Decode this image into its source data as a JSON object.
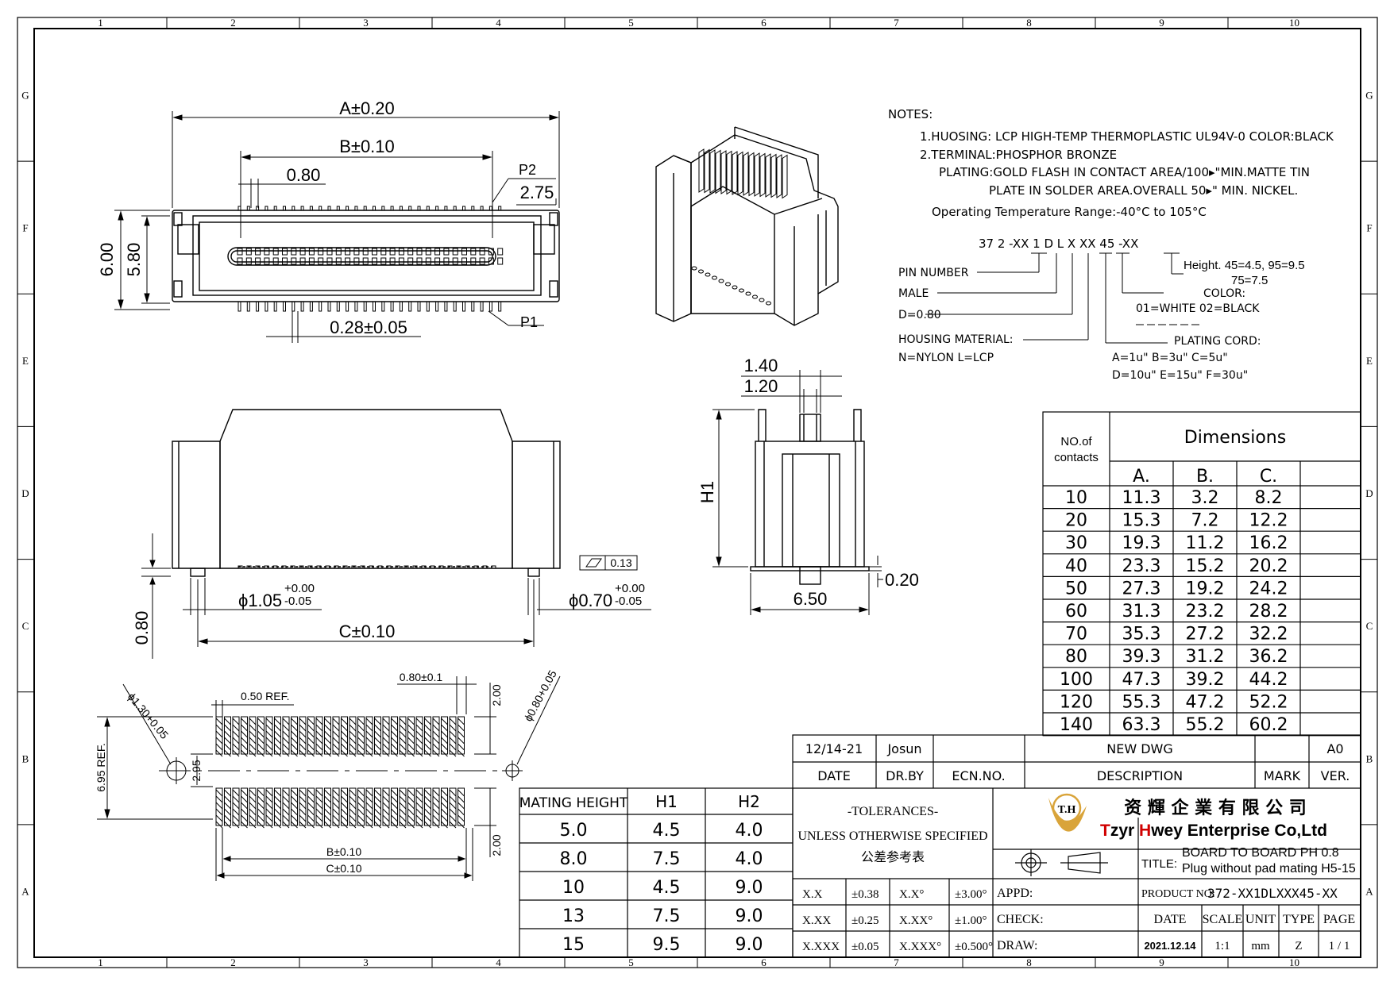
{
  "frame": {
    "cols": [
      "1",
      "2",
      "3",
      "4",
      "5",
      "6",
      "7",
      "8",
      "9",
      "10"
    ],
    "rows": [
      "G",
      "F",
      "E",
      "D",
      "C",
      "B",
      "A"
    ]
  },
  "top_view": {
    "dim_a": "A±0.20",
    "dim_b": "B±0.10",
    "pitch": "0.80",
    "p2": "P2",
    "p2_offset": "2.75",
    "height_outer": "6.00",
    "height_inner": "5.80",
    "pin_width": "0.28±0.05",
    "p1": "P1"
  },
  "front_view": {
    "flatness": "0.13",
    "post_left_main": "ϕ1.05",
    "post_left_tol_upper": "+0.00",
    "post_left_tol_lower": "-0.05",
    "post_right_main": "ϕ0.70",
    "post_right_tol_upper": "+0.00",
    "post_right_tol_lower": "-0.05",
    "standoff": "0.80",
    "dim_c": "C±0.10"
  },
  "side_view": {
    "w1": "1.40",
    "w2": "1.20",
    "h1": "H1",
    "depth": "6.50",
    "foot": "0.20"
  },
  "pcb_layout": {
    "hole_left": "ϕ1.30+0.05",
    "pad_ref": "0.50 REF.",
    "pad_width": "0.80±0.1",
    "pad_len": "2.00",
    "hole_right": "ϕ0.80+0.05",
    "height_ref": "6.95 REF.",
    "row_gap": "2.95",
    "pad_len_bottom": "2.00",
    "dim_b": "B±0.10",
    "dim_c": "C±0.10"
  },
  "notes": {
    "heading": "NOTES:",
    "line1": "1.HUOSING: LCP HIGH-TEMP THERMOPLASTIC UL94V-0  COLOR:BLACK",
    "line2": "2.TERMINAL:PHOSPHOR BRONZE",
    "line3": "PLATING:GOLD FLASH IN CONTACT AREA/100▸\"MIN.MATTE TIN",
    "line4": "PLATE IN SOLDER AREA.OVERALL 50▸\" MIN. NICKEL.",
    "line5": "Operating Temperature Range:-40°C to 105°C"
  },
  "part_code": {
    "code": "37 2 -XX 1 D L X XX 45 -XX",
    "pin_number": "PIN NUMBER",
    "male": "MALE",
    "pitch": "D=0.80",
    "housing": "HOUSING MATERIAL:",
    "housing_opts": "N=NYLON     L=LCP",
    "height": "Height. 45=4.5, 95=9.5",
    "height2": "75=7.5",
    "color": "COLOR:",
    "color_opts": "01=WHITE  02=BLACK",
    "plating": "PLATING CORD:",
    "plating1": "A=1u\"  B=3u\"  C=5u\"",
    "plating2": "D=10u\" E=15u\" F=30u\""
  },
  "dim_table": {
    "col0": "NO.of contacts",
    "col0a": "NO.of",
    "col0b": "contacts",
    "group": "Dimensions",
    "cols": [
      "A.",
      "B.",
      "C."
    ],
    "rows": [
      [
        "10",
        "11.3",
        "3.2",
        "8.2"
      ],
      [
        "20",
        "15.3",
        "7.2",
        "12.2"
      ],
      [
        "30",
        "19.3",
        "11.2",
        "16.2"
      ],
      [
        "40",
        "23.3",
        "15.2",
        "20.2"
      ],
      [
        "50",
        "27.3",
        "19.2",
        "24.2"
      ],
      [
        "60",
        "31.3",
        "23.2",
        "28.2"
      ],
      [
        "70",
        "35.3",
        "27.2",
        "32.2"
      ],
      [
        "80",
        "39.3",
        "31.2",
        "36.2"
      ],
      [
        "100",
        "47.3",
        "39.2",
        "44.2"
      ],
      [
        "120",
        "55.3",
        "47.2",
        "52.2"
      ],
      [
        "140",
        "63.3",
        "55.2",
        "60.2"
      ]
    ]
  },
  "mating_table": {
    "headers": [
      "MATING  HEIGHT",
      "H1",
      "H2"
    ],
    "rows": [
      [
        "5.0",
        "4.5",
        "4.0"
      ],
      [
        "8.0",
        "7.5",
        "4.0"
      ],
      [
        "10",
        "4.5",
        "9.0"
      ],
      [
        "13",
        "7.5",
        "9.0"
      ],
      [
        "15",
        "9.5",
        "9.0"
      ]
    ]
  },
  "title_block": {
    "date_val": "12/14-21",
    "drby_val": "Josun",
    "desc_val": "NEW  DWG",
    "ver_val": "A0",
    "date_lbl": "DATE",
    "drby_lbl": "DR.BY",
    "ecn_lbl": "ECN.NO.",
    "desc_lbl": "DESCRIPTION",
    "mark_lbl": "MARK",
    "ver_lbl": "VER.",
    "tol1": "-TOLERANCES-",
    "tol2": "UNLESS OTHERWISE SPECIFIED",
    "tol3": "公差参考表",
    "company_cn": "资 輝 企 業 有 限 公 司",
    "company_en_t": "T",
    "company_en_1": "zyr ",
    "company_en_h": "H",
    "company_en_2": "wey Enterprise Co,Ltd",
    "logo_text": "T.H",
    "title_lbl": "TITLE:",
    "title1": "BOARD TO BOARD PH 0.8",
    "title2": "Plug without pad mating H5-15",
    "product_lbl": "PRODUCT NO:",
    "product_val": "372-XX1DLXXX45-XX",
    "appd": "APPD:",
    "check": "CHECK:",
    "draw": "DRAW:",
    "tols": [
      [
        "X.X",
        "±0.38",
        "X.X°",
        "±3.00°"
      ],
      [
        "X.XX",
        "±0.25",
        "X.XX°",
        "±1.00°"
      ],
      [
        "X.XXX",
        "±0.05",
        "X.XXX°",
        "±0.500°"
      ]
    ],
    "hdr": [
      "DATE",
      "SCALE",
      "UNIT",
      "TYPE",
      "PAGE"
    ],
    "vals": [
      "2021.12.14",
      "1:1",
      "mm",
      "Z",
      "1 / 1"
    ]
  },
  "colors": {
    "line": "#000000",
    "logo_gold": "#d9a43a",
    "accent_red": "#d00000"
  }
}
